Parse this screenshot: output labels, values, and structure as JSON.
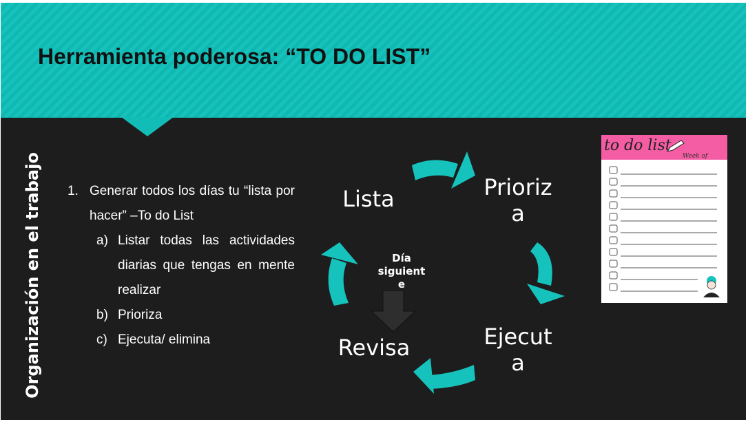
{
  "slide": {
    "title": "Herramienta poderosa: “TO DO LIST”",
    "side_label": "Organización en el trabajo",
    "list": [
      {
        "number": "1.",
        "text": "Generar todos los días tu “lista por hacer” –To do List",
        "subitems": [
          {
            "letter": "a)",
            "text": "Listar todas las actividades diarias que tengas en mente realizar"
          },
          {
            "letter": "b)",
            "text": "Prioriza"
          },
          {
            "letter": "c)",
            "text": "Ejecuta/ elimina"
          }
        ]
      }
    ]
  },
  "cycle": {
    "steps": [
      "Lista",
      "Prioriz\na",
      "Ejecut\na",
      "Revisa"
    ],
    "center_label": "Día\nsiguient\ne"
  },
  "todo_image": {
    "title": "to do list",
    "week_label": "Week of"
  },
  "colors": {
    "accent": "#16c2bc",
    "background": "#1d1d1d",
    "todo_header": "#f45da3"
  }
}
